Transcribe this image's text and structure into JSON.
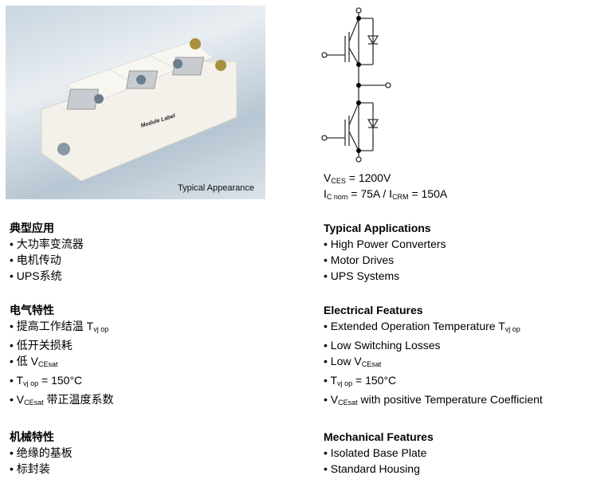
{
  "photo": {
    "caption": "Typical Appearance",
    "module_label": "Module Label"
  },
  "specs": {
    "vces": {
      "pre": "V",
      "sub": "CES",
      "post": " = 1200V"
    },
    "ic": {
      "pre": "I",
      "sub": "C nom",
      "mid": " = 75A / I",
      "sub2": "CRM",
      "post": " = 150A"
    }
  },
  "cn": [
    {
      "title": "典型应用",
      "items": [
        {
          "pre": "大功率变流器"
        },
        {
          "pre": "电机传动"
        },
        {
          "pre": "UPS系统"
        }
      ]
    },
    {
      "title": "电气特性",
      "items": [
        {
          "pre": "提高工作结温 T",
          "sub": "vj op"
        },
        {
          "pre": "低开关损耗"
        },
        {
          "pre": "低  V",
          "sub": "CEsat"
        },
        {
          "pre": "T",
          "sub": "vj op",
          "post": " = 150°C"
        },
        {
          "pre": "V",
          "sub": "CEsat",
          "post": "  带正温度系数"
        }
      ]
    },
    {
      "title": "机械特性",
      "items": [
        {
          "pre": "绝缘的基板"
        },
        {
          "pre": "标封装"
        }
      ]
    }
  ],
  "en": [
    {
      "title": "Typical Applications",
      "items": [
        {
          "pre": "High Power Converters"
        },
        {
          "pre": "Motor Drives"
        },
        {
          "pre": "UPS Systems"
        }
      ]
    },
    {
      "title": "Electrical Features",
      "items": [
        {
          "pre": "Extended Operation Temperature T",
          "sub": "vj op"
        },
        {
          "pre": "Low Switching Losses"
        },
        {
          "pre": "Low V",
          "sub": "CEsat"
        },
        {
          "pre": "T",
          "sub": "vj op",
          "post": " = 150°C"
        },
        {
          "pre": "V",
          "sub": "CEsat",
          "post": "  with positive Temperature Coefficient"
        }
      ]
    },
    {
      "title": "Mechanical Features",
      "items": [
        {
          "pre": "Isolated Base Plate"
        },
        {
          "pre": "Standard Housing"
        }
      ]
    }
  ]
}
